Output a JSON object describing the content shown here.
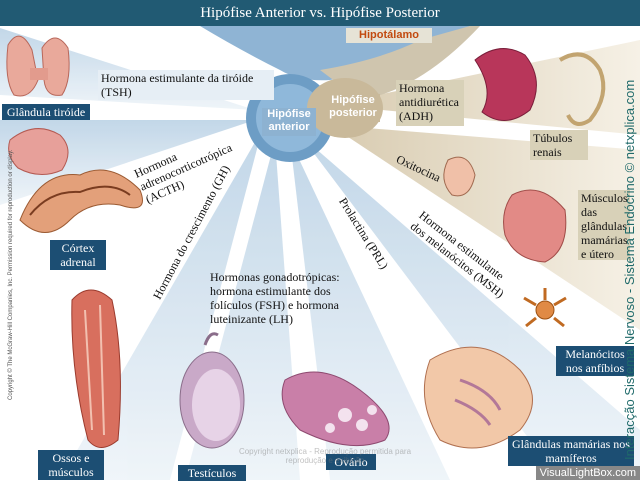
{
  "title": "Hipófise Anterior vs. Hipófise Posterior",
  "hypothalamus": "Hipotálamo",
  "pituitary": {
    "anterior": "Hipófise anterior",
    "posterior": "Hipófise posterior"
  },
  "hormones": {
    "tsh": "Hormona estimulante da tiróide (TSH)",
    "acth": "Hormona adrenocorticotrópica (ACTH)",
    "gh": "Hormona do crescimento (GH)",
    "gonadotropic": "Hormonas gonadotrópicas: hormona estimulante dos folículos (FSH) e hormona luteinizante (LH)",
    "prl": "Prolactina (PRL)",
    "msh": "Hormona estimulante dos melanócitos (MSH)",
    "adh": "Hormona antidiurética (ADH)",
    "oxytocin": "Oxitocina"
  },
  "targets": {
    "thyroid": "Glândula tiróide",
    "adrenal_cortex": "Córtex adrenal",
    "bones_muscles": "Ossos e músculos",
    "testes": "Testículos",
    "ovary": "Ovário",
    "mammary_mammals": "Glândulas mamárias nos mamíferos",
    "melanocytes": "Melanócitos nos anfíbios",
    "renal_tubules": "Túbulos renais",
    "uterus_mammary_muscles": "Músculos das glândulas mamárias e útero"
  },
  "side_credit": "Interacção Sistema Nervoso - Sistema Endócrino © netxplica.com",
  "left_copyright": "Copyright © The McGraw-Hill Companies, Inc. Permission required for reproduction or display.",
  "watermark": "Copyright netxplica - Reprodução permitida para reprodução e exibição",
  "footer": "VisualLightBox.com",
  "colors": {
    "title_bg": "#215a73",
    "label_dark": "#1c4e73",
    "label_tan": "#d8d1b8",
    "label_light": "#e6eef5",
    "hypothalamus_text": "#c24a0f"
  }
}
